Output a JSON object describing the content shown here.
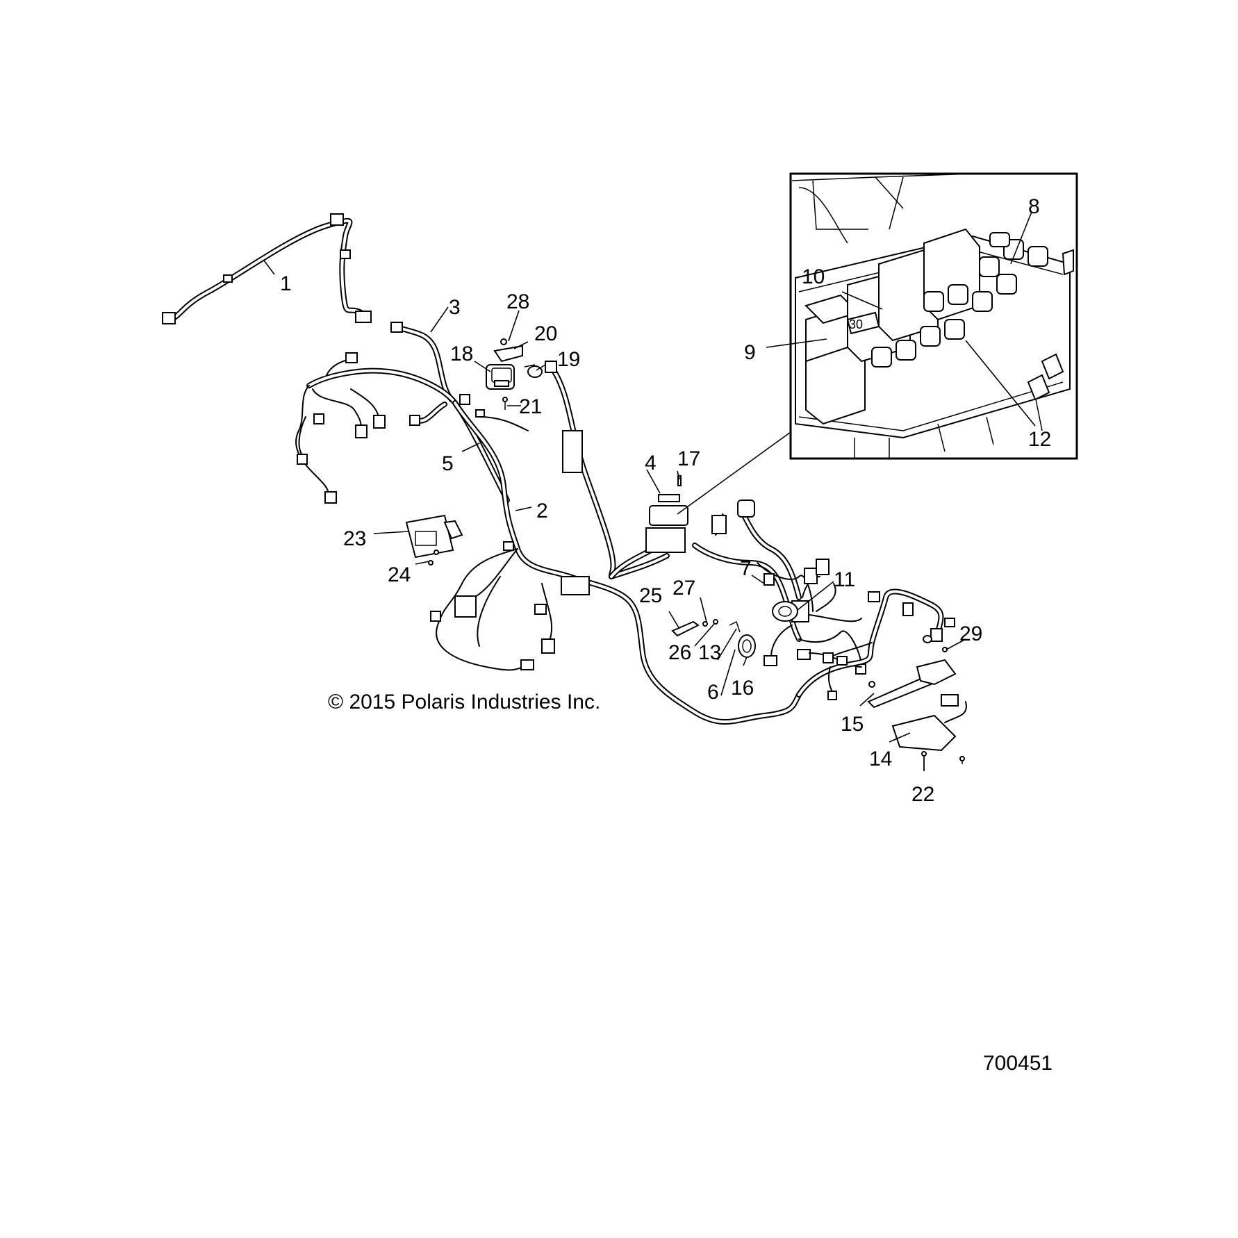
{
  "callouts": {
    "c1": "1",
    "c2": "2",
    "c3": "3",
    "c4": "4",
    "c5": "5",
    "c6": "6",
    "c7": "7",
    "c8": "8",
    "c9": "9",
    "c10": "10",
    "c11": "11",
    "c12": "12",
    "c13": "13",
    "c14": "14",
    "c15": "15",
    "c16": "16",
    "c17": "17",
    "c18": "18",
    "c19": "19",
    "c20": "20",
    "c21": "21",
    "c22": "22",
    "c23": "23",
    "c24": "24",
    "c25": "25",
    "c26": "26",
    "c27": "27",
    "c28": "28",
    "c29": "29"
  },
  "relay_label": "30",
  "copyright": "© 2015 Polaris Industries Inc.",
  "drawing_number": "700451"
}
